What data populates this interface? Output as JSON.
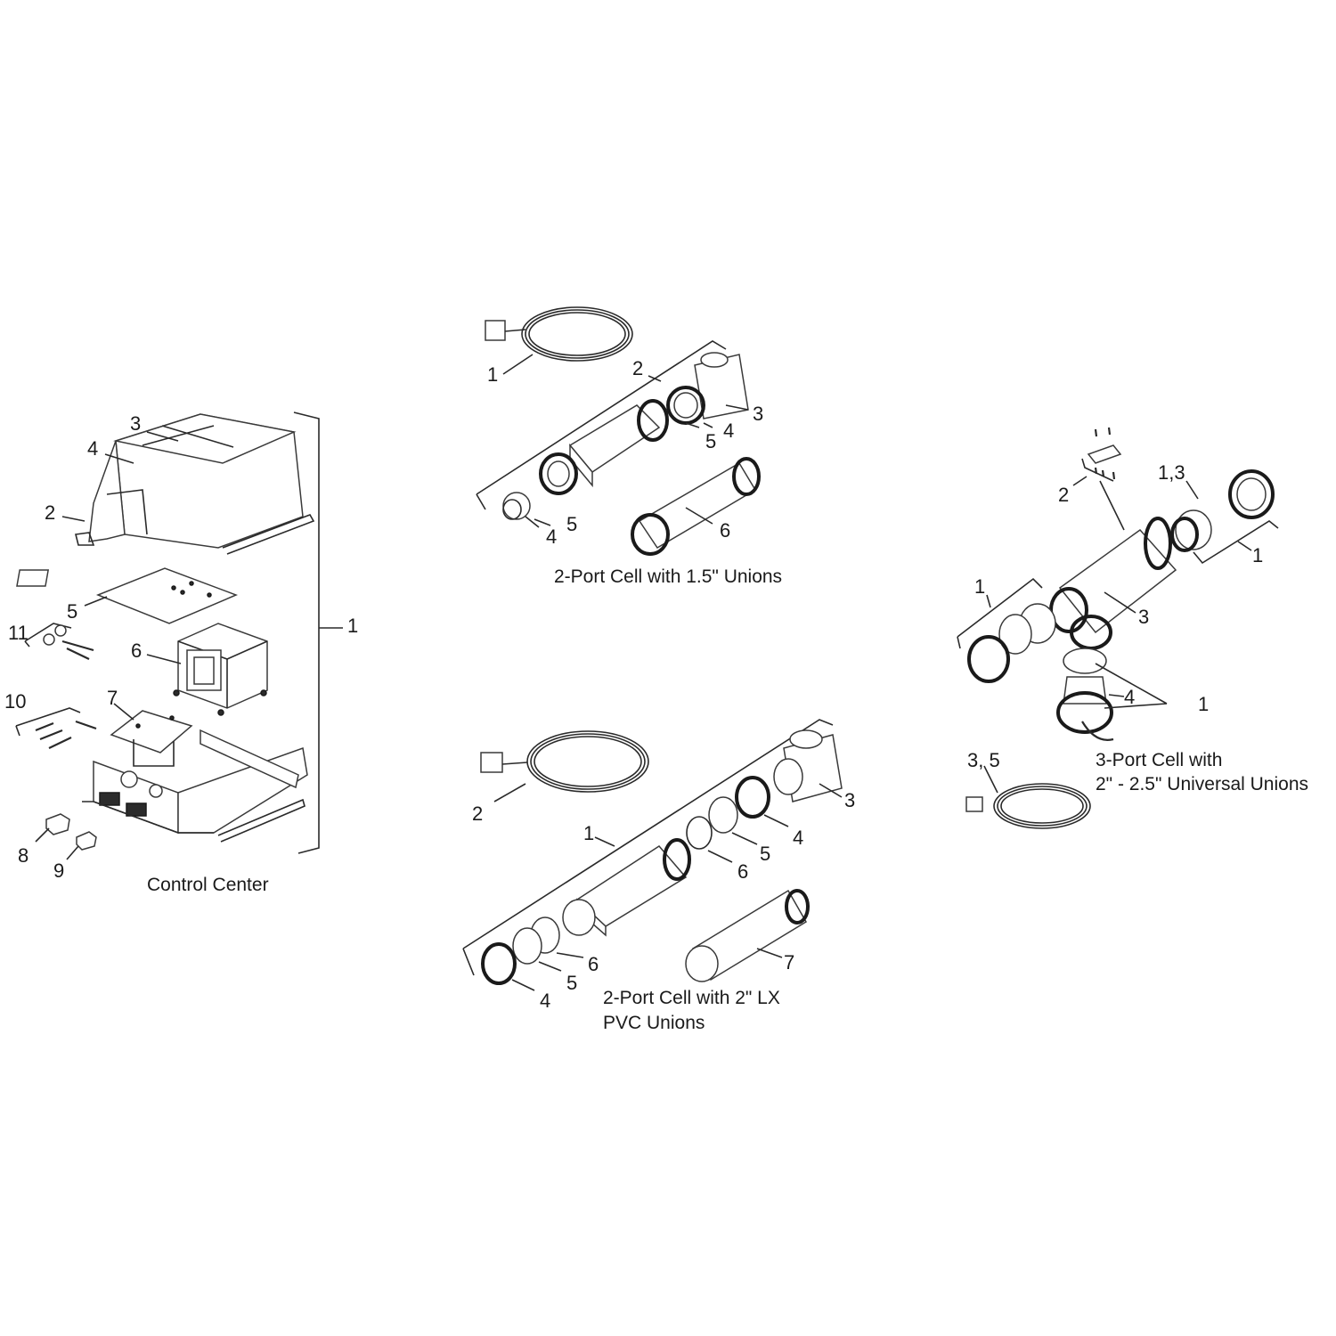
{
  "diagram": {
    "type": "exploded-parts-diagram",
    "line_color": "#2a2a2a",
    "background": "#ffffff"
  },
  "control_center": {
    "caption": "Control Center",
    "labels": {
      "l1": "1",
      "l2": "2",
      "l3": "3",
      "l4": "4",
      "l5": "5",
      "l6": "6",
      "l7": "7",
      "l8": "8",
      "l9": "9",
      "l10": "10",
      "l11": "11"
    },
    "parts": [
      "housing-cover",
      "cover-side",
      "cover-top-panel",
      "display-window",
      "circuit-board",
      "transformer",
      "relay-bracket",
      "chassis",
      "connector-8",
      "connector-9",
      "hardware-kit-10",
      "hardware-kit-11"
    ]
  },
  "cell_15_unions": {
    "caption": "2-Port Cell with 1.5\" Unions",
    "labels": {
      "cable": "1",
      "assembly": "2",
      "tee": "3",
      "nut_right": "4",
      "gasket_right": "5",
      "nut_left": "4",
      "gasket_left": "5",
      "spool": "6"
    }
  },
  "cell_2_lx": {
    "caption_line1": "2-Port Cell with 2\" LX",
    "caption_line2": "PVC Unions",
    "labels": {
      "assembly": "1",
      "cable": "2",
      "tee": "3",
      "nut_right": "4",
      "tail_right": "5",
      "oring_right": "6",
      "nut_left": "4",
      "tail_left": "5",
      "oring_left": "6",
      "spool": "7"
    }
  },
  "cell_3_port": {
    "caption_line1": "3-Port Cell with",
    "caption_line2": "2\" - 2.5\" Universal Unions",
    "labels": {
      "terminal": "2",
      "union_top": "1,3",
      "bracket_right": "1",
      "bracket_left": "1",
      "body": "3",
      "bottom_fitting": "4",
      "bottom_union": "1",
      "cable": "3, 5"
    }
  }
}
